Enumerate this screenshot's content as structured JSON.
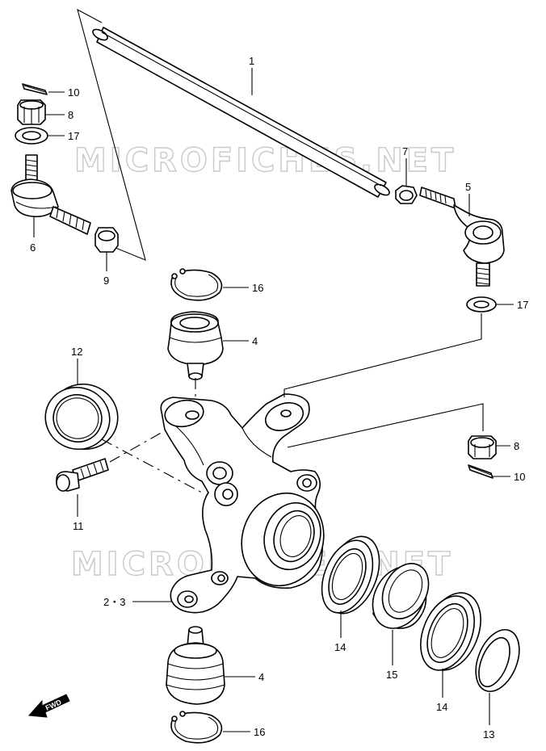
{
  "watermarks": [
    "MICROFICHES.NET",
    "MICROFICHES.NET"
  ],
  "fwd_label": "FWD",
  "callouts": {
    "c1": "1",
    "c7": "7",
    "c5": "5",
    "c10a": "10",
    "c8a": "8",
    "c17a": "17",
    "c6": "6",
    "c9": "9",
    "c16a": "16",
    "c4a": "4",
    "c17b": "17",
    "c12": "12",
    "c8b": "8",
    "c10b": "10",
    "c11": "11",
    "c23": "2・3",
    "c14a": "14",
    "c15": "15",
    "c14b": "14",
    "c13": "13",
    "c4b": "4",
    "c16b": "16"
  }
}
